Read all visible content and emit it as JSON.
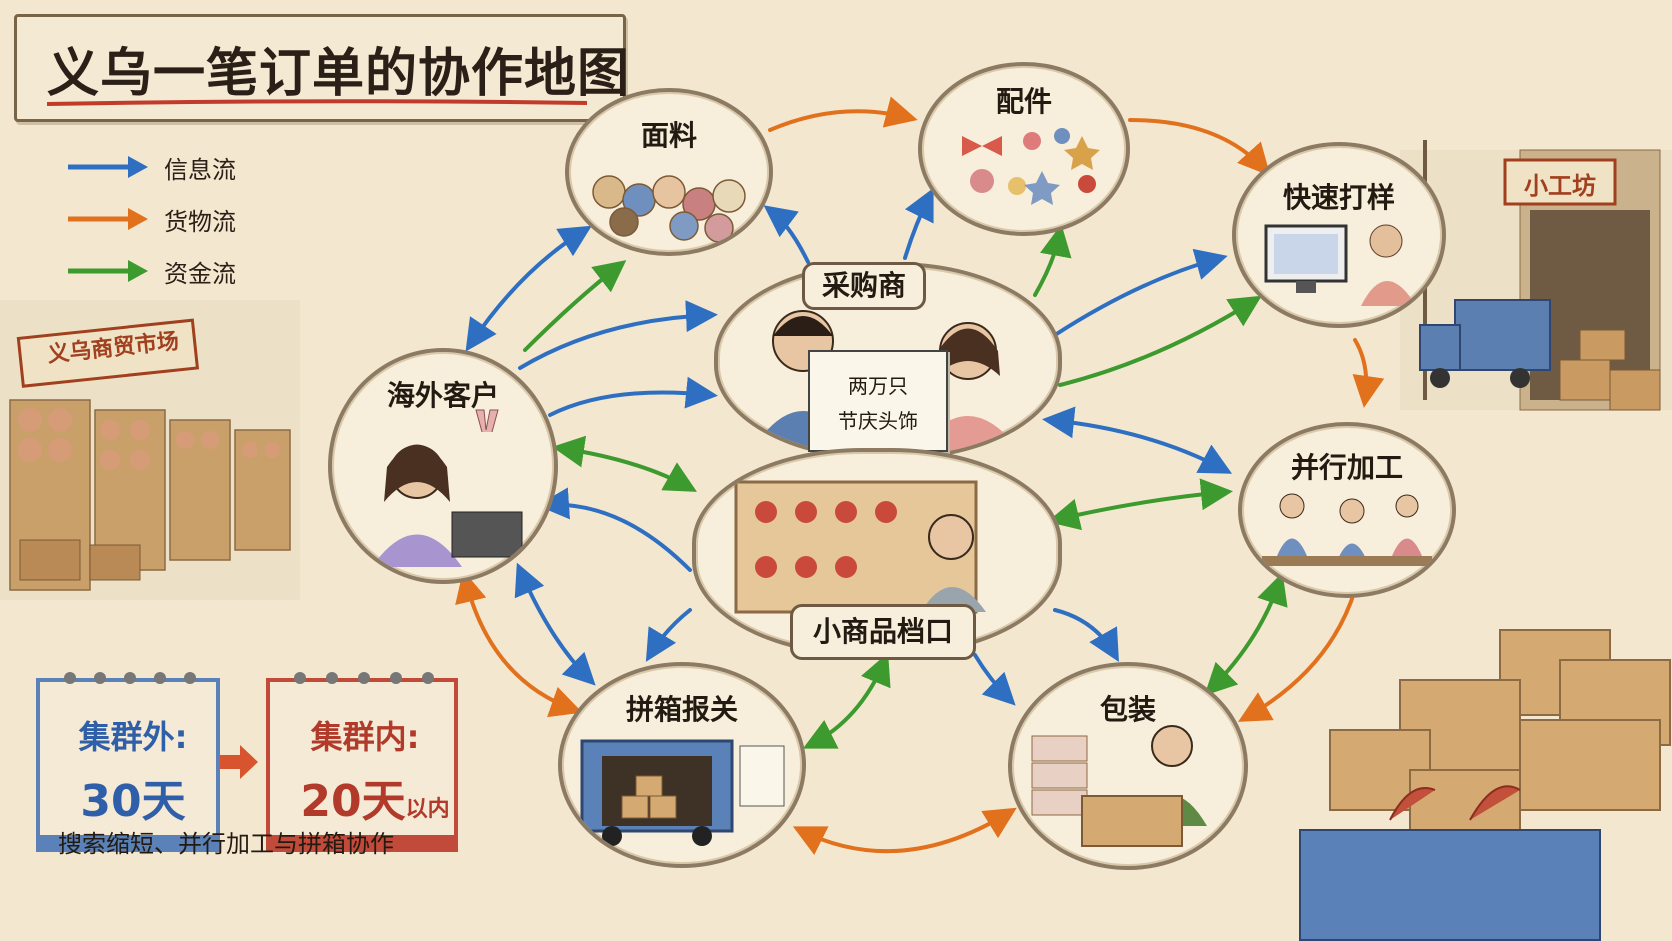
{
  "title": "义乌一笔订单的协作地图",
  "legend": [
    {
      "label": "信息流",
      "color": "#2f6fc2"
    },
    {
      "label": "货物流",
      "color": "#e2711d"
    },
    {
      "label": "资金流",
      "color": "#3d9a2e"
    }
  ],
  "nodes": {
    "fabric": "面料",
    "accessories": "配件",
    "sampling": "快速打样",
    "overseas": "海外客户",
    "buyer": "采购商",
    "stall": "小商品档口",
    "parallel": "并行加工",
    "consolidation": "拼箱报关",
    "packing": "包装"
  },
  "order_note": {
    "line1": "两万只",
    "line2": "节庆头饰"
  },
  "calendars": {
    "outside": {
      "label": "集群外:",
      "value": "30天"
    },
    "inside": {
      "label": "集群内:",
      "value_num": "20天",
      "value_suffix": "以内"
    }
  },
  "footnote": "搜索缩短、并行加工与拼箱协作",
  "signs": {
    "market": "义乌商贸市场",
    "workshop": "小工坊"
  },
  "colors": {
    "info": "#2f6fc2",
    "goods": "#e2711d",
    "money": "#3d9a2e"
  }
}
